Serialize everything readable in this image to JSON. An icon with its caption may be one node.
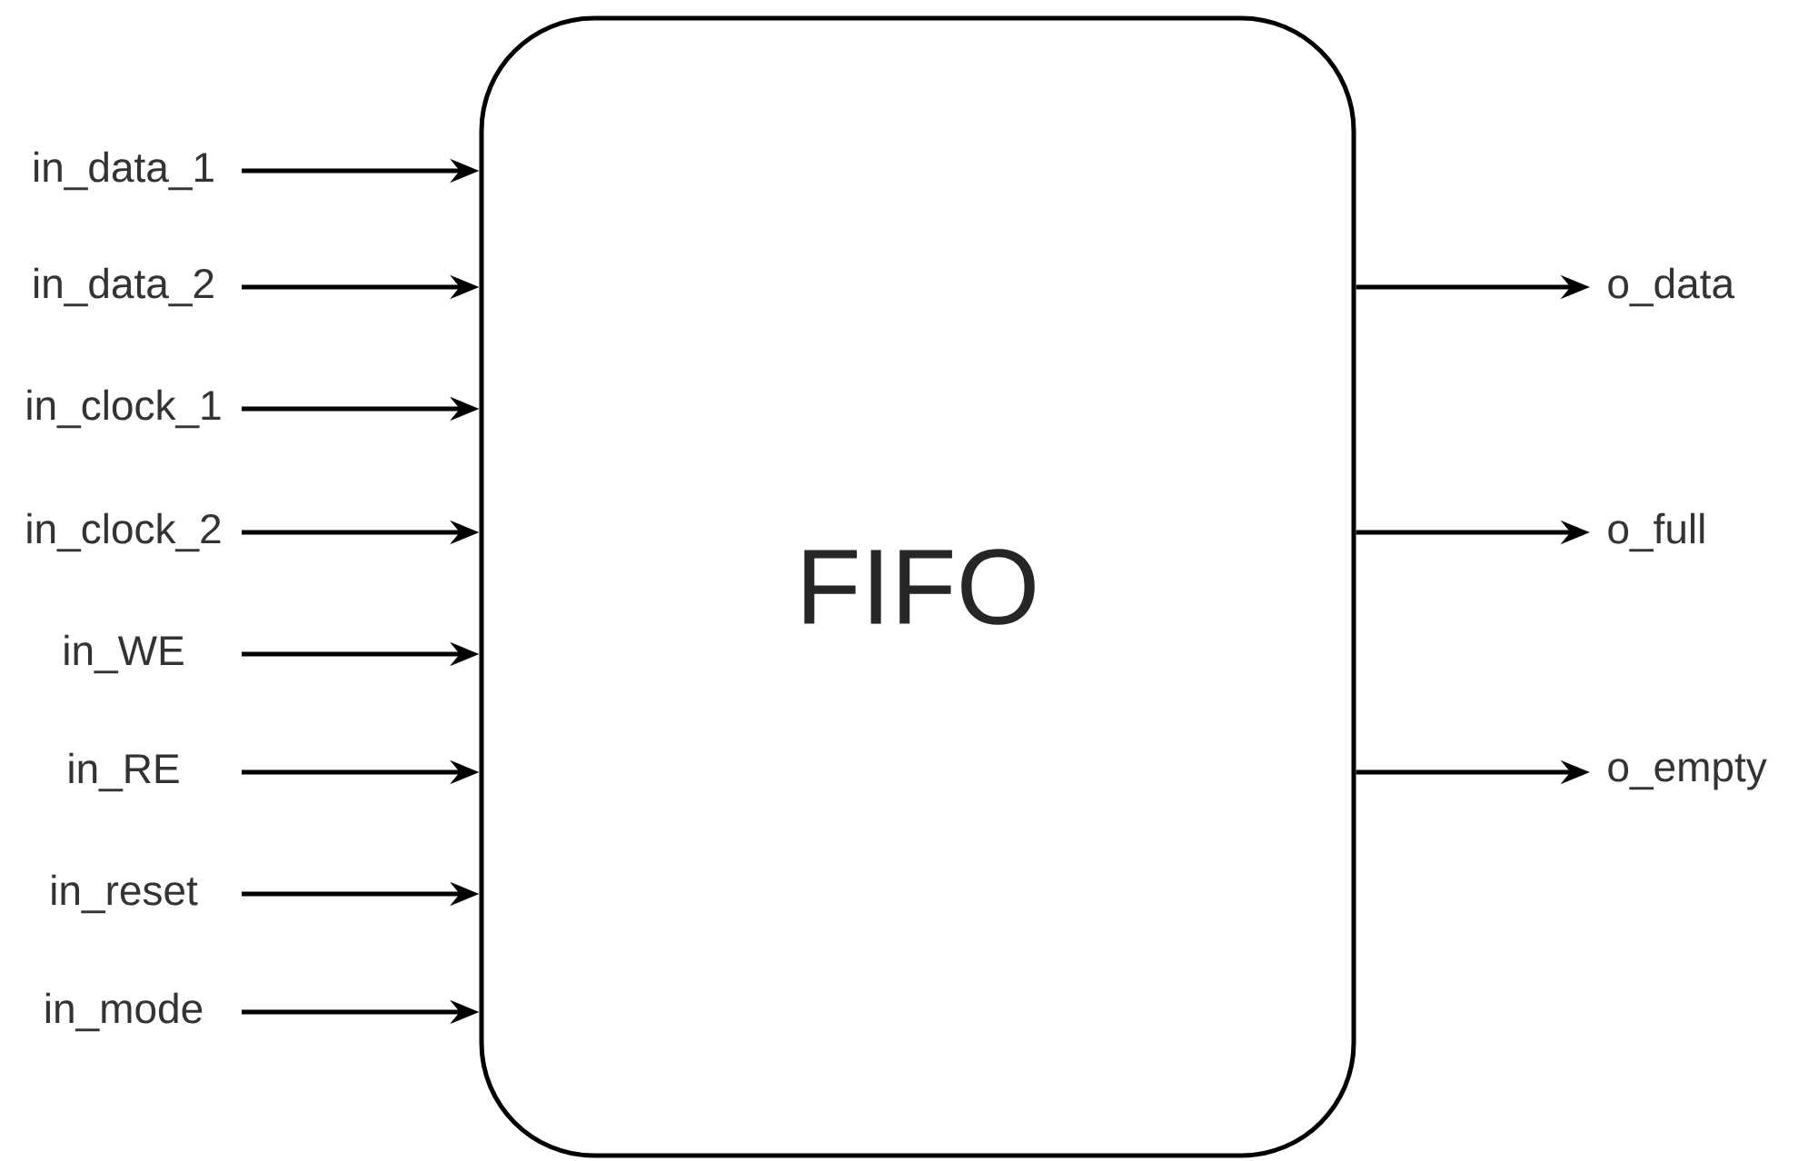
{
  "diagram": {
    "nodes": [
      {
        "text": [
          "FIFO"
        ]
      },
      {
        "text": [
          "in_data_1"
        ]
      },
      {
        "text": [
          "in_data_2"
        ]
      },
      {
        "text": [
          "in_clock_1"
        ]
      },
      {
        "text": [
          "in_clock_2"
        ]
      },
      {
        "text": [
          "in_WE"
        ]
      },
      {
        "text": [
          "in_RE"
        ]
      },
      {
        "text": [
          "in_reset"
        ]
      },
      {
        "text": [
          "in_mode"
        ]
      },
      {
        "text": [
          "o_data"
        ]
      },
      {
        "text": [
          "o_full"
        ]
      },
      {
        "text": [
          "o_empty"
        ]
      }
    ],
    "edges": [
      {
        "from": 1,
        "to": 0,
        "arrow": "to"
      },
      {
        "from": 2,
        "to": 0,
        "arrow": "to"
      },
      {
        "from": 3,
        "to": 0,
        "arrow": "to"
      },
      {
        "from": 4,
        "to": 0,
        "arrow": "to"
      },
      {
        "from": 5,
        "to": 0,
        "arrow": "to"
      },
      {
        "from": 6,
        "to": 0,
        "arrow": "to"
      },
      {
        "from": 7,
        "to": 0,
        "arrow": "to"
      },
      {
        "from": 8,
        "to": 0,
        "arrow": "to"
      },
      {
        "from": 0,
        "to": 9,
        "arrow": "to"
      },
      {
        "from": 0,
        "to": 10,
        "arrow": "to"
      },
      {
        "from": 0,
        "to": 11,
        "arrow": "to"
      }
    ]
  }
}
